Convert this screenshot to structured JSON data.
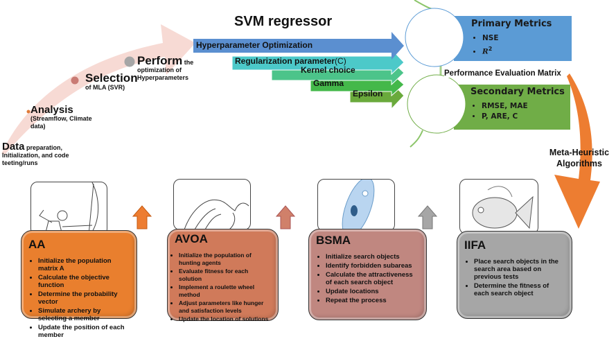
{
  "steps": [
    {
      "head": "Data",
      "rest": "preparation, Initialization, and code teeting/runs"
    },
    {
      "head": "Analysis",
      "rest": "(Streamflow, Climate data)"
    },
    {
      "head": "Selection",
      "rest": "of MLA (SVR)"
    },
    {
      "head": "Perform",
      "rest_inline": "the",
      "rest": "optimization of Hyperparameters"
    }
  ],
  "svm": {
    "title": "SVM regressor",
    "arrows": [
      {
        "label": "Hyperparameter Optimization",
        "color": "#5b8fd0"
      },
      {
        "label": "Regularization parameter",
        "suffix": "(C)",
        "color": "#4cc9c9"
      },
      {
        "label": "Kernel choice",
        "color": "#4cc48a"
      },
      {
        "label": "Gamma",
        "color": "#44b84a"
      },
      {
        "label": "Epsilon",
        "color": "#6aaa3c"
      }
    ]
  },
  "metrics": {
    "primary": {
      "title": "Primary Metrics",
      "items": [
        "NSE",
        "R",
        "2"
      ],
      "color": "#5b9bd5"
    },
    "matrix_label": "Performance Evaluation Matrix",
    "secondary": {
      "title": "Secondary Metrics",
      "items": [
        "RMSE, MAE",
        "P, ARE, C"
      ],
      "color": "#70ad47"
    }
  },
  "meta_label": "Meta-Heuristic Algorithms",
  "algorithms": [
    {
      "name": "AA",
      "icon": "archer-illustration",
      "color": "#e97f2e",
      "items": [
        "Initialize the population matrix A",
        "Calculate the objective function",
        "Determine the probability vector",
        "Simulate archery by selecting a member",
        "Update the position of each member"
      ]
    },
    {
      "name": "AVOA",
      "icon": "vulture-illustration",
      "color": "#d07a5a",
      "items": [
        "Initialize the population of hunting agents",
        "Evaluate fitness for each solution",
        "Implement a roulette wheel method",
        "Adjust parameters like hunger and satisfaction levels",
        "Update the location of solutions"
      ]
    },
    {
      "name": "BSMA",
      "icon": "slime-mould-illustration",
      "color": "#c08780",
      "items": [
        "Initialize search objects",
        "Identify forbidden subareas",
        "Calculate the attractiveness of each search object",
        "Update locations",
        "Repeat the process"
      ]
    },
    {
      "name": "IIFA",
      "icon": "fish-illustration",
      "color": "#a6a6a6",
      "items": [
        "Place search objects in the search area based on previous tests",
        "Determine the fitness of each search object"
      ]
    }
  ]
}
